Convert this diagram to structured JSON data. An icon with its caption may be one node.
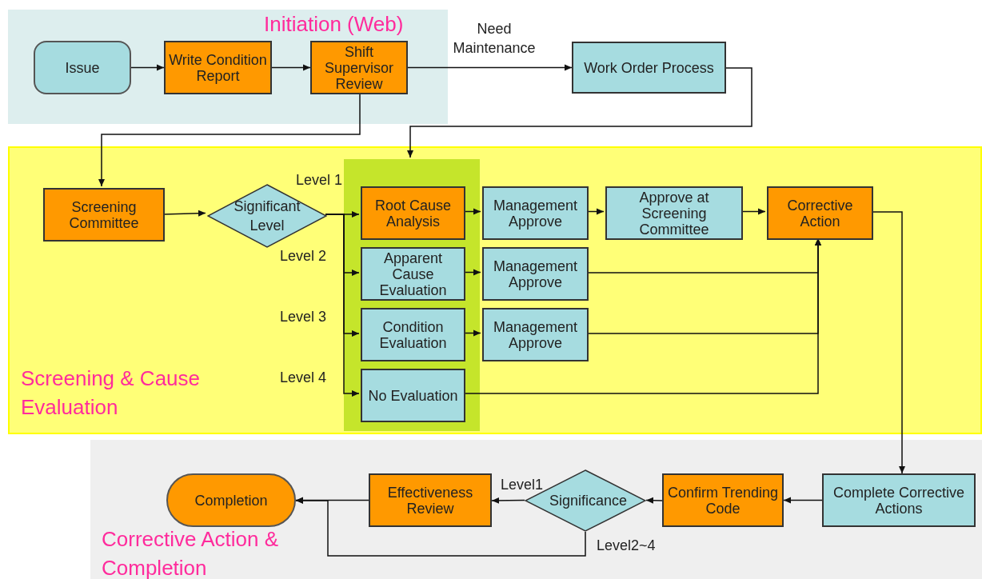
{
  "diagram": {
    "nodes": [
      {
        "text": [
          "Initiation (Web)"
        ]
      },
      {
        "text": [
          "Issue"
        ],
        "in": 0
      },
      {
        "text": [
          "Write Condition Report"
        ],
        "in": 0
      },
      {
        "text": [
          "Shift Supervisor Review"
        ],
        "in": 0
      },
      {
        "text": [
          "Work Order Process"
        ]
      },
      {
        "text": [
          "Screening & Cause Evaluation"
        ]
      },
      {
        "text": [
          "Screening Committee"
        ],
        "in": 5
      },
      {
        "text": [
          "Significant Level"
        ],
        "in": 5
      },
      {
        "text": [],
        "shape": "box",
        "in": 5
      },
      {
        "text": [
          "Root Cause Analysis"
        ],
        "in": 8
      },
      {
        "text": [
          "Apparent Cause Evaluation"
        ],
        "in": 8
      },
      {
        "text": [
          "Condition Evaluation"
        ],
        "in": 8
      },
      {
        "text": [
          "No Evaluation"
        ],
        "in": 8
      },
      {
        "text": [
          "Management Approve"
        ],
        "in": 5
      },
      {
        "text": [
          "Management Approve"
        ],
        "in": 5
      },
      {
        "text": [
          "Management Approve"
        ],
        "in": 5
      },
      {
        "text": [
          "Approve at Screening Committee"
        ],
        "in": 5
      },
      {
        "text": [
          "Corrective Action"
        ],
        "in": 5
      },
      {
        "text": [
          "Corrective Action & Completion"
        ]
      },
      {
        "text": [
          "Completion"
        ],
        "in": 18
      },
      {
        "text": [
          "Effectiveness Review"
        ],
        "in": 18
      },
      {
        "text": [
          "Significance"
        ],
        "in": 18
      },
      {
        "text": [
          "Confirm Trending Code"
        ],
        "in": 18
      },
      {
        "text": [
          "Complete Corrective Actions"
        ],
        "in": 18
      }
    ],
    "edges": [
      {
        "from": 1,
        "to": 2,
        "arrow": "to"
      },
      {
        "from": 2,
        "to": 3,
        "arrow": "to"
      },
      {
        "from": 3,
        "to": 4,
        "arrow": "to",
        "label": "Need Maintenance"
      },
      {
        "from": 3,
        "to": 6,
        "arrow": "to"
      },
      {
        "from": 4,
        "to": 8,
        "arrow": "to"
      },
      {
        "from": 6,
        "to": 7,
        "arrow": "to"
      },
      {
        "from": 7,
        "to": 9,
        "arrow": "to",
        "label": "Level 1"
      },
      {
        "from": 7,
        "to": 10,
        "arrow": "to",
        "label": "Level 2"
      },
      {
        "from": 7,
        "to": 11,
        "arrow": "to",
        "label": "Level 3"
      },
      {
        "from": 7,
        "to": 12,
        "arrow": "to",
        "label": "Level 4"
      },
      {
        "from": 9,
        "to": 13,
        "arrow": "to"
      },
      {
        "from": 10,
        "to": 14,
        "arrow": "to"
      },
      {
        "from": 11,
        "to": 15,
        "arrow": "to"
      },
      {
        "from": 13,
        "to": 16,
        "arrow": "to"
      },
      {
        "from": 16,
        "to": 17,
        "arrow": "to"
      },
      {
        "from": 14,
        "to": 17,
        "arrow": "to"
      },
      {
        "from": 15,
        "to": 17,
        "arrow": "to"
      },
      {
        "from": 12,
        "to": 17,
        "arrow": "to"
      },
      {
        "from": 17,
        "to": 23,
        "arrow": "to"
      },
      {
        "from": 23,
        "to": 22,
        "arrow": "to"
      },
      {
        "from": 22,
        "to": 21,
        "arrow": "to"
      },
      {
        "from": 21,
        "to": 20,
        "arrow": "to",
        "label": "Level1"
      },
      {
        "from": 20,
        "to": 19,
        "arrow": "to"
      },
      {
        "from": 21,
        "to": 19,
        "arrow": "to",
        "label": "Level2~4"
      }
    ]
  }
}
